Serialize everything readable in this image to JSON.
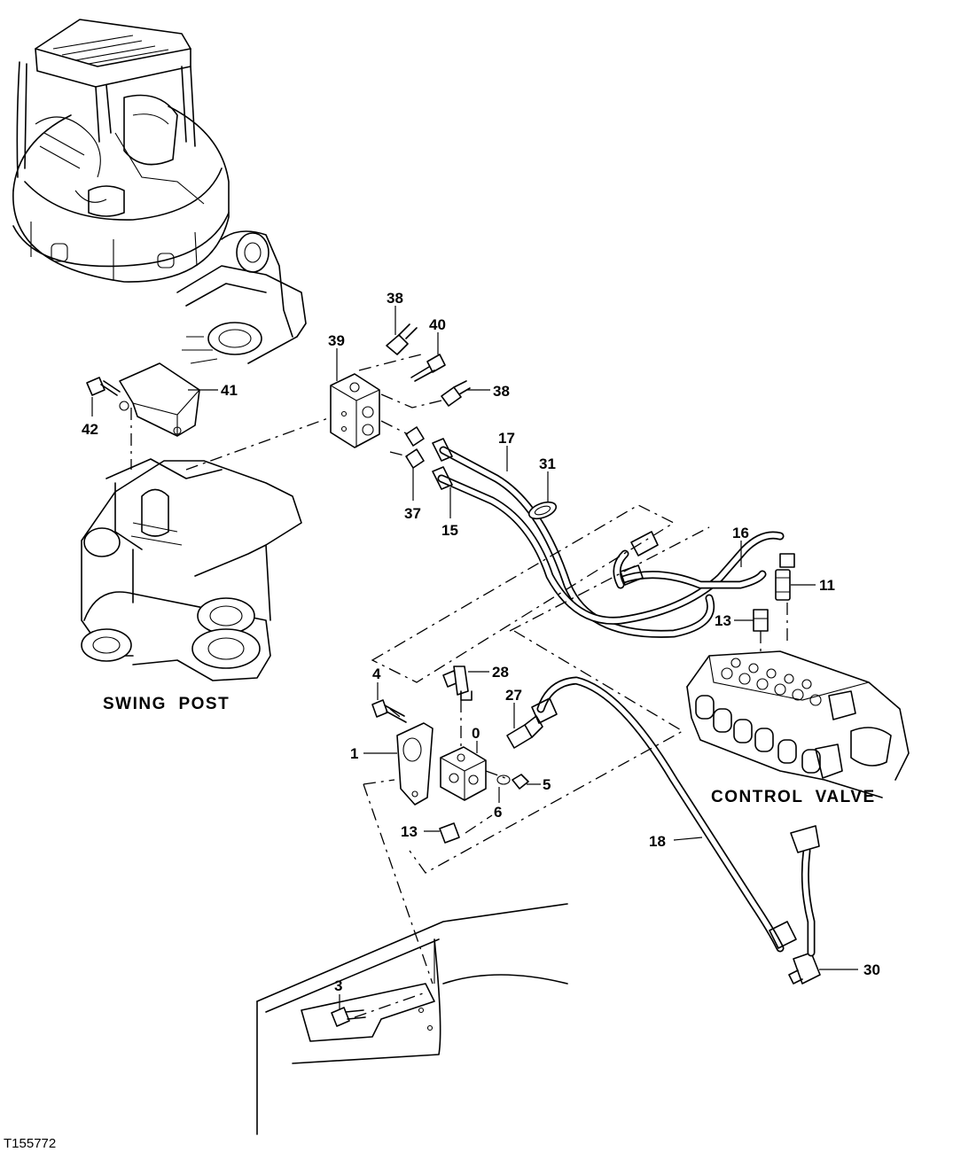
{
  "figure_id": "T155772",
  "captions": {
    "swing_post": "SWING  POST",
    "control_valve": "CONTROL  VALVE"
  },
  "callouts": {
    "c38a": "38",
    "c40": "40",
    "c39": "39",
    "c38b": "38",
    "c41": "41",
    "c42": "42",
    "c17": "17",
    "c31": "31",
    "c37": "37",
    "c15": "15",
    "c16": "16",
    "c11": "11",
    "c13a": "13",
    "c4": "4",
    "c28": "28",
    "c27": "27",
    "c0": "0",
    "c1": "1",
    "c5": "5",
    "c6": "6",
    "c13b": "13",
    "c18": "18",
    "c30": "30",
    "c3": "3"
  }
}
